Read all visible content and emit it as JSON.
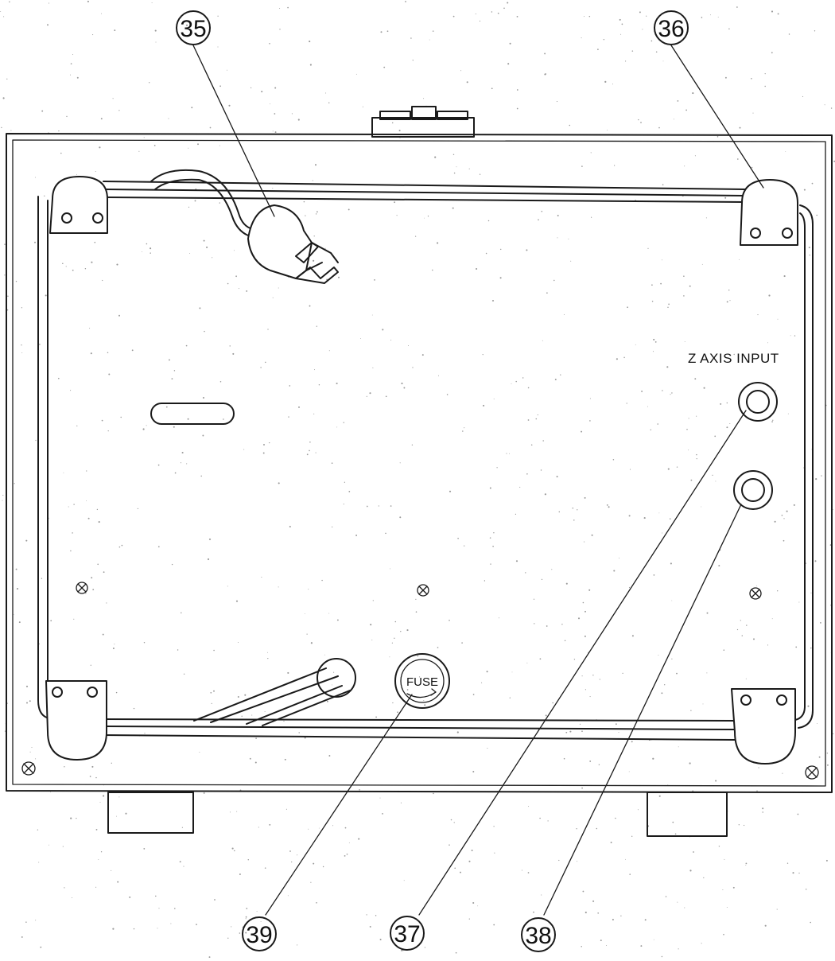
{
  "diagram": {
    "panel_label": "Z AXIS INPUT",
    "fuse_label": "FUSE",
    "callouts": [
      {
        "id": "c35",
        "number": "35"
      },
      {
        "id": "c36",
        "number": "36"
      },
      {
        "id": "c37",
        "number": "37"
      },
      {
        "id": "c38",
        "number": "38"
      },
      {
        "id": "c39",
        "number": "39"
      }
    ]
  },
  "colors": {
    "ink": "#1a1a1a",
    "paper": "#ffffff"
  }
}
